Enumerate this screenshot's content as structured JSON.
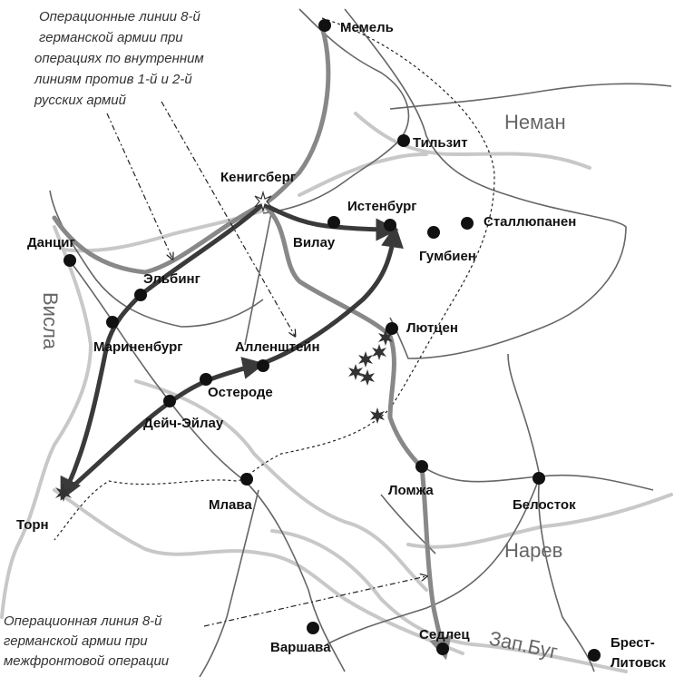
{
  "notes": {
    "top": [
      "Операционные линии 8-й",
      "германской армии при",
      "операциях по внутренним",
      "линиям против 1-й и 2-й",
      "русских армий"
    ],
    "bottom": [
      "Операционная линия 8-й",
      "германской армии при",
      "межфронтовой операции"
    ]
  },
  "rivers": {
    "neman": "Неман",
    "vistula": "Висла",
    "narew": "Нарев",
    "bug": "Зап.Буг"
  },
  "cities": {
    "memel": "Мемель",
    "tilsit": "Тильзит",
    "koenigsberg": "Кенигсберг",
    "istenburg": "Истенбург",
    "stallupanen": "Сталлюпанен",
    "gumbinen": "Гумбиен",
    "vilau": "Вилау",
    "danzig": "Данциг",
    "elbing": "Эльбинг",
    "marienburg": "Мариненбург",
    "allenstein": "Алленштейн",
    "lutzen": "Лютцен",
    "osterode": "Остероде",
    "deutsch_eylau": "Дейч-Эйлау",
    "thorn": "Торн",
    "mlava": "Млава",
    "lomza": "Ломжа",
    "bialystok": "Белосток",
    "warsaw": "Варшава",
    "sedlec": "Седлец",
    "brest_1": "Брест-",
    "brest_2": "Литовск"
  }
}
